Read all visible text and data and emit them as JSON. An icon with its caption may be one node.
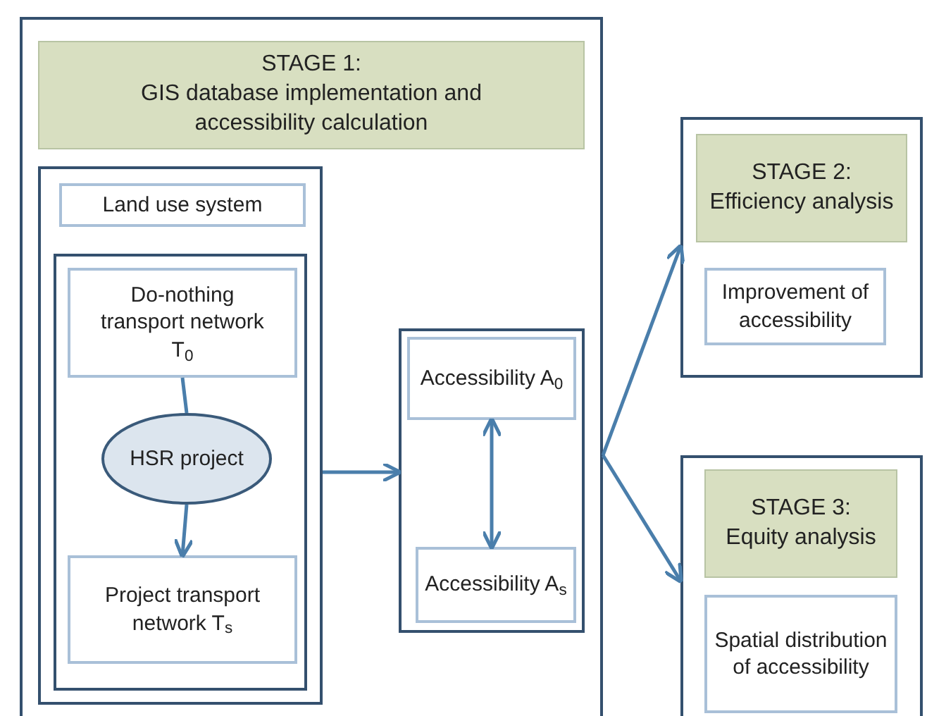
{
  "diagram": {
    "nodes": [
      {
        "text": [],
        "shape": "box"
      },
      {
        "text": [
          "STAGE 1:",
          "GIS database implementation and accessibility calculation"
        ],
        "in": 0
      },
      {
        "text": [],
        "shape": "box",
        "in": 0
      },
      {
        "text": [
          "Land use system"
        ],
        "in": 2
      },
      {
        "text": [],
        "shape": "box",
        "in": 2
      },
      {
        "text": [
          "Do-nothing transport network T$_{0}$"
        ],
        "in": 4
      },
      {
        "text": [
          "HSR project"
        ],
        "in": 4
      },
      {
        "text": [
          "Project transport network T$_{s}$"
        ],
        "in": 4
      },
      {
        "text": [],
        "shape": "box",
        "in": 0
      },
      {
        "text": [
          "Accessibility A$_{0}$"
        ],
        "in": 8
      },
      {
        "text": [
          "Accessibility A$_{s}$"
        ],
        "in": 8
      },
      {
        "text": [],
        "shape": "box"
      },
      {
        "text": [
          "STAGE 2:",
          "Efficiency analysis"
        ],
        "in": 11
      },
      {
        "text": [
          "Improvement of accessibility"
        ],
        "in": 11
      },
      {
        "text": [],
        "shape": "box"
      },
      {
        "text": [
          "STAGE 3:",
          "Equity analysis"
        ],
        "in": 14
      },
      {
        "text": [
          "Spatial distribution of accessibility"
        ],
        "in": 14
      }
    ],
    "edges": [
      {
        "from": 5,
        "to": 6,
        "arrow": "none"
      },
      {
        "from": 6,
        "to": 7,
        "arrow": "to"
      },
      {
        "from": 2,
        "to": 8,
        "arrow": "to"
      },
      {
        "from": 9,
        "to": 10,
        "arrow": "both"
      },
      {
        "from": 0,
        "to": 11,
        "arrow": "to"
      },
      {
        "from": 0,
        "to": 14,
        "arrow": "to"
      }
    ]
  }
}
